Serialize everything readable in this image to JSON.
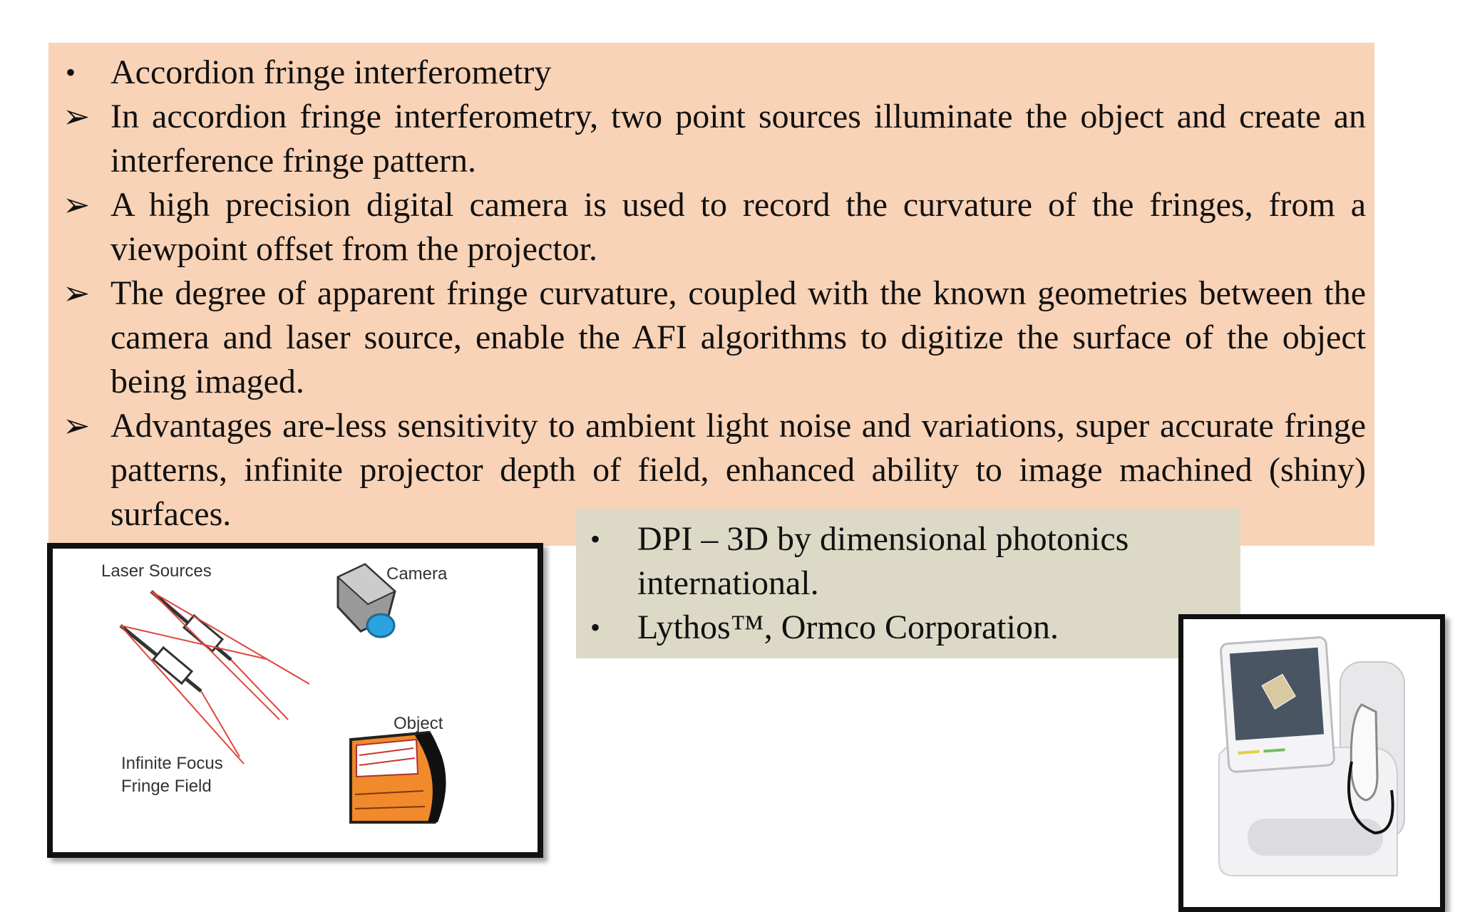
{
  "main": {
    "items": [
      {
        "marker": "•",
        "text": "Accordion fringe interferometry"
      },
      {
        "marker": "➢",
        "text": "In accordion fringe interferometry, two point sources illuminate the object and create an interference fringe pattern."
      },
      {
        "marker": "➢",
        "text": "A high precision digital camera is used to record the curvature of the fringes, from a viewpoint offset from the projector."
      },
      {
        "marker": "➢",
        "text": "The degree of apparent fringe curvature, coupled with the known geometries between the camera and laser source, enable the AFI algorithms to digitize the surface of the object being imaged."
      },
      {
        "marker": "➢",
        "text": "Advantages are-less sensitivity to ambient light noise and variations, super accurate fringe patterns, infinite projector depth of field, enhanced ability to image machined (shiny) surfaces."
      }
    ]
  },
  "side": {
    "items": [
      {
        "marker": "•",
        "text": " DPI – 3D by dimensional photonics international."
      },
      {
        "marker": "•",
        "text": " Lythos™, Ormco Corporation."
      }
    ]
  },
  "diagram": {
    "laser_label": "Laser Sources",
    "camera_label": "Camera",
    "object_label": "Object",
    "fringe_label_1": "Infinite Focus",
    "fringe_label_2": "Fringe Field"
  },
  "colors": {
    "main_bg": "#f9d3b7",
    "side_bg": "#dcd9c6",
    "laser": "#e0463c",
    "camera_lens": "#2aa3e0",
    "object": "#f08a2a"
  }
}
